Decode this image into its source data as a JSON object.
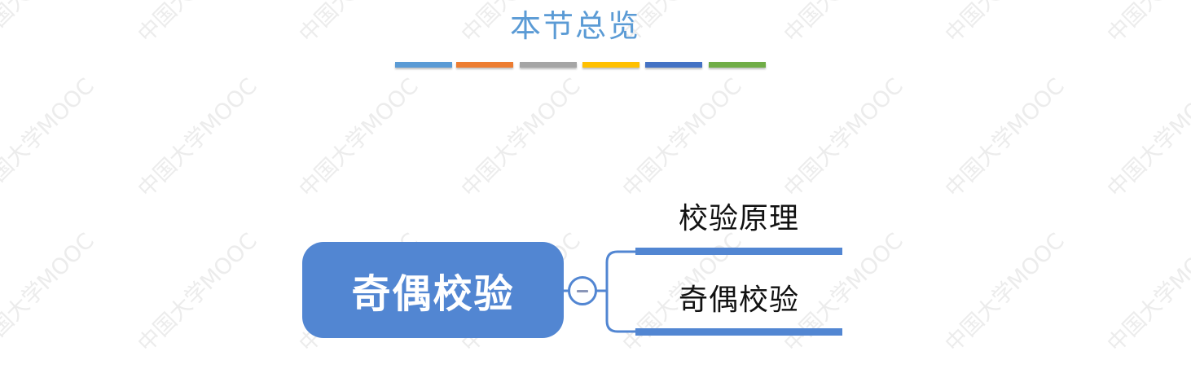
{
  "slide": {
    "title": "本节总览",
    "title_color": "#5B9BD5",
    "divider_bars": [
      {
        "name": "light-blue",
        "color": "#5B9BD5"
      },
      {
        "name": "orange",
        "color": "#ED7D31"
      },
      {
        "name": "gray",
        "color": "#A5A5A5"
      },
      {
        "name": "yellow",
        "color": "#FFC000"
      },
      {
        "name": "blue",
        "color": "#4472C4"
      },
      {
        "name": "green",
        "color": "#70AD47"
      }
    ]
  },
  "mindmap": {
    "central_topic": "奇偶校验",
    "node_color": "#5286D2",
    "collapse_icon": "minus-circle-icon",
    "branches": [
      {
        "label": "校验原理"
      },
      {
        "label": "奇偶校验"
      }
    ]
  },
  "watermark": {
    "text": "中国大学MOOC"
  }
}
